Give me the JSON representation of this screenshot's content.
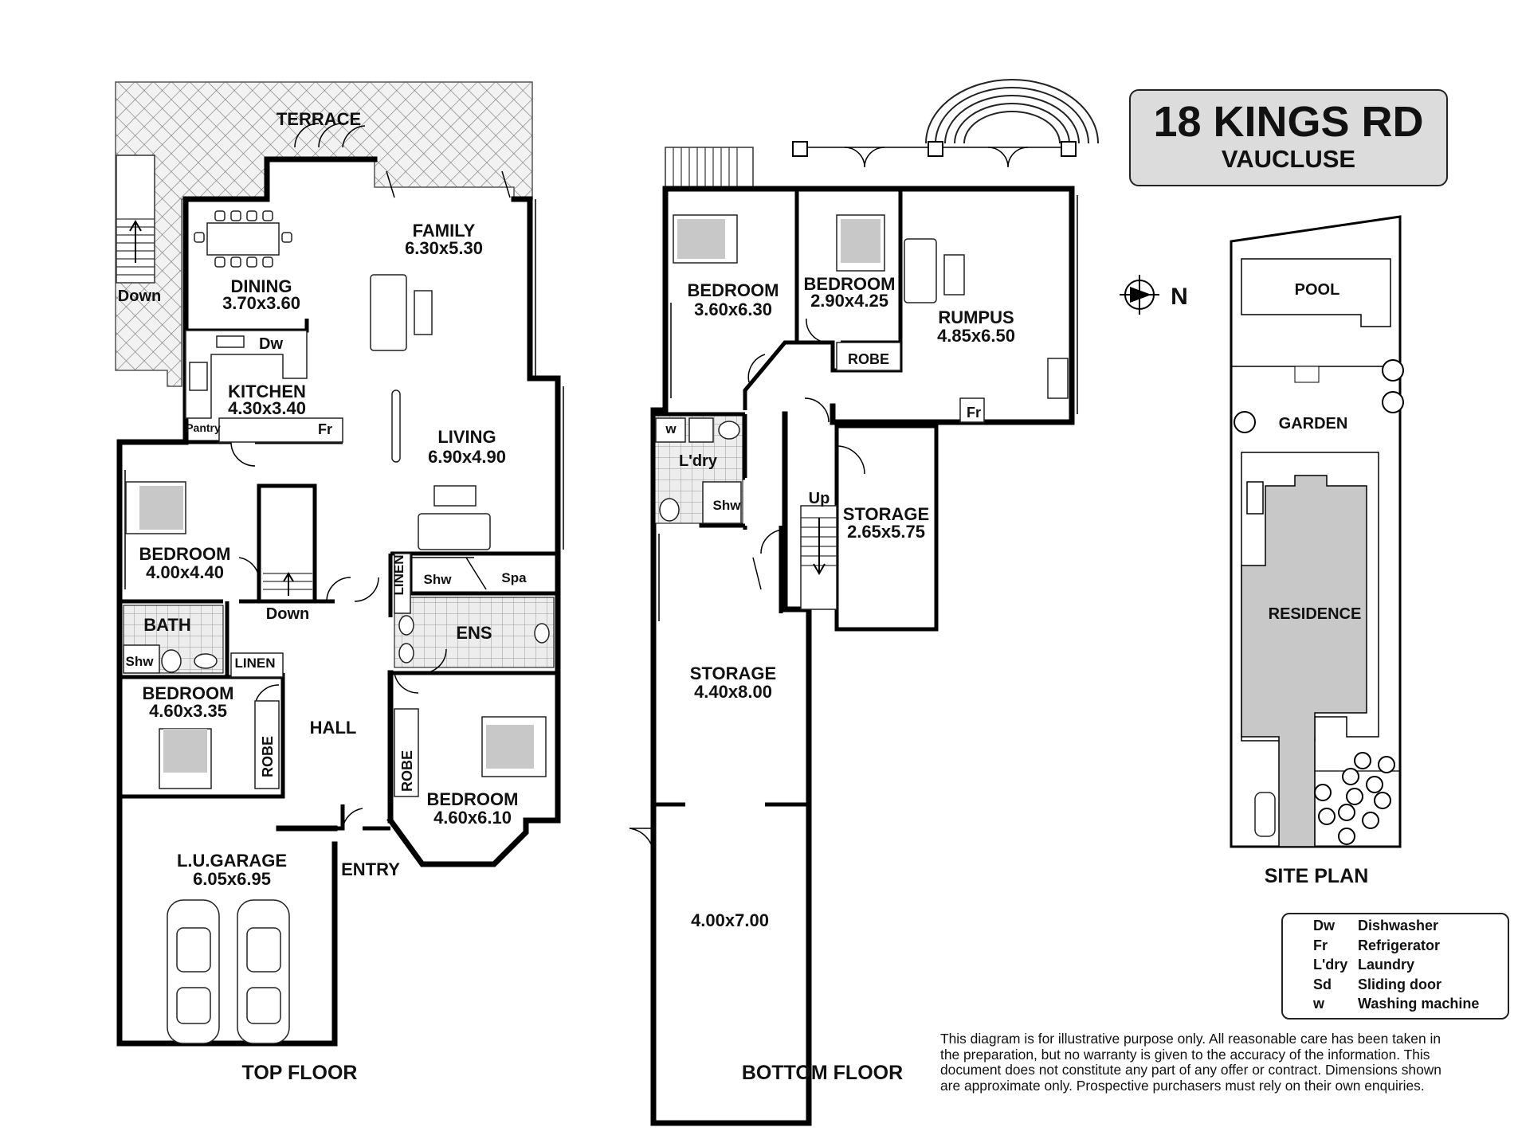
{
  "title": {
    "address": "18 KINGS RD",
    "suburb": "VAUCLUSE"
  },
  "north_label": "N",
  "top_floor": {
    "caption": "TOP FLOOR",
    "terrace": "TERRACE",
    "down_stair_1": "Down",
    "down_stair_2": "Down",
    "family": {
      "name": "FAMILY",
      "size": "6.30x5.30"
    },
    "dining": {
      "name": "DINING",
      "size": "3.70x3.60"
    },
    "kitchen": {
      "name": "KITCHEN",
      "size": "4.30x3.40",
      "dw": "Dw",
      "pantry": "Pantry",
      "fr": "Fr"
    },
    "living": {
      "name": "LIVING",
      "size": "6.90x4.90"
    },
    "bedroom_1": {
      "name": "BEDROOM",
      "size": "4.00x4.40"
    },
    "bath": {
      "name": "BATH",
      "shw": "Shw"
    },
    "linen_1": "LINEN",
    "linen_2": "LINEN",
    "shw": "Shw",
    "spa": "Spa",
    "ens": "ENS",
    "bedroom_2": {
      "name": "BEDROOM",
      "size": "4.60x3.35",
      "robe": "ROBE"
    },
    "hall": "HALL",
    "bedroom_3": {
      "name": "BEDROOM",
      "size": "4.60x6.10",
      "robe": "ROBE"
    },
    "garage": {
      "name": "L.U.GARAGE",
      "size": "6.05x6.95"
    },
    "entry": "ENTRY"
  },
  "bottom_floor": {
    "caption": "BOTTOM FLOOR",
    "bedroom_1": {
      "name": "BEDROOM",
      "size": "3.60x6.30"
    },
    "bedroom_2": {
      "name": "BEDROOM",
      "size": "2.90x4.25",
      "robe": "ROBE"
    },
    "rumpus": {
      "name": "RUMPUS",
      "size": "4.85x6.50",
      "fr": "Fr"
    },
    "laundry": {
      "w": "w",
      "name": "L'dry",
      "shw": "Shw"
    },
    "up": "Up",
    "storage_1": {
      "name": "STORAGE",
      "size": "2.65x5.75"
    },
    "storage_2": {
      "name": "STORAGE",
      "size": "4.40x8.00"
    },
    "storage_3": {
      "size": "4.00x7.00"
    }
  },
  "site_plan": {
    "caption": "SITE PLAN",
    "pool": "POOL",
    "garden": "GARDEN",
    "residence": "RESIDENCE"
  },
  "legend": [
    {
      "abbr": "Dw",
      "desc": "Dishwasher"
    },
    {
      "abbr": "Fr",
      "desc": "Refrigerator"
    },
    {
      "abbr": "L'dry",
      "desc": "Laundry"
    },
    {
      "abbr": "Sd",
      "desc": "Sliding door"
    },
    {
      "abbr": "w",
      "desc": "Washing machine"
    }
  ],
  "disclaimer": [
    "This diagram is for illustrative purpose only. All reasonable care has been taken in",
    "the preparation, but no warranty is given to the accuracy of the information. This",
    "document does not constitute any part of any offer or contract. Dimensions shown",
    "are approximate only. Prospective purchasers must rely on their own enquiries."
  ],
  "colors": {
    "wall": "#000000",
    "fill_grey": "#c8c8c8",
    "tile_grey": "#e6e6e6",
    "box_grey": "#dcdcdc"
  }
}
